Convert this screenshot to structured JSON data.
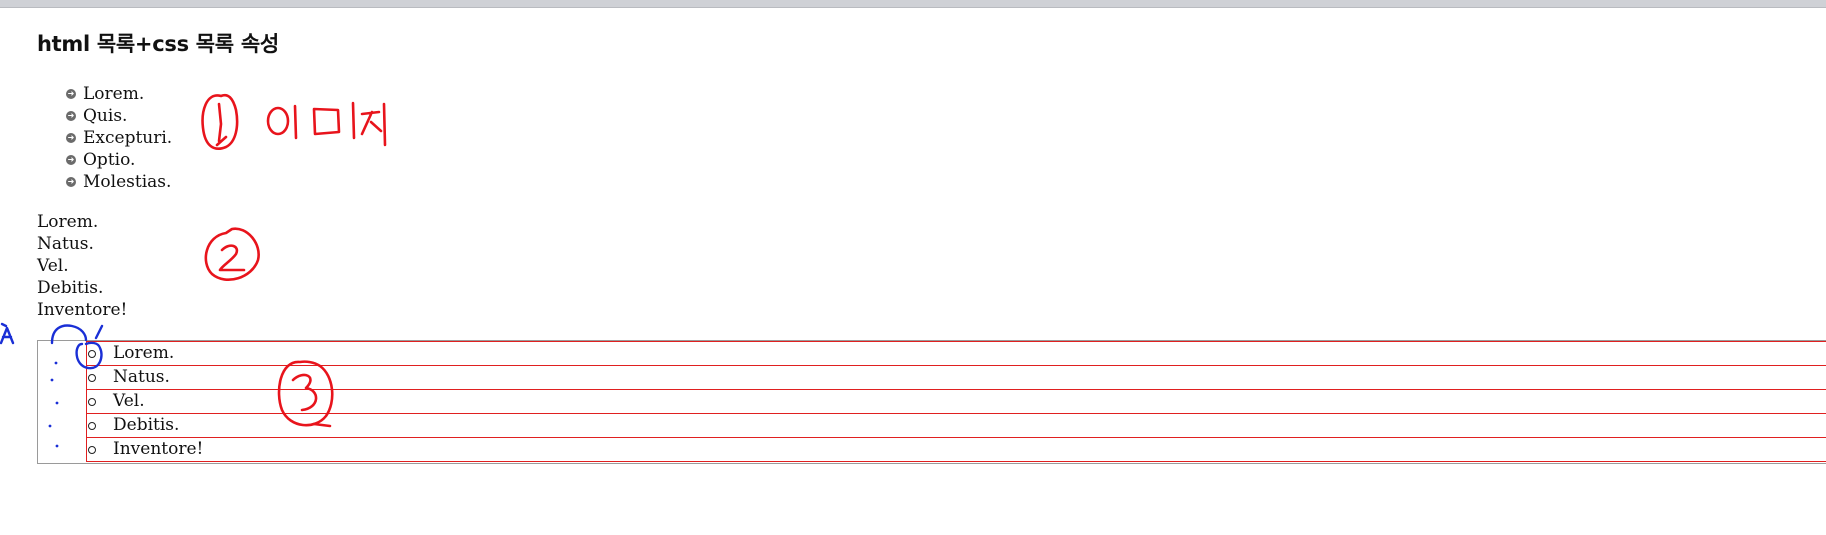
{
  "page": {
    "title": "html 목록+css 목록 속성"
  },
  "list_image_bullets": {
    "items": [
      "Lorem.",
      "Quis.",
      "Excepturi.",
      "Optio.",
      "Molestias."
    ],
    "bullet_icon": "circle-arrow-icon"
  },
  "list_no_bullets": {
    "items": [
      "Lorem.",
      "Natus.",
      "Vel.",
      "Debitis.",
      "Inventore!"
    ]
  },
  "list_bordered": {
    "items": [
      "Lorem.",
      "Natus.",
      "Vel.",
      "Debitis.",
      "Inventore!"
    ],
    "bullet_icon": "circle-icon"
  },
  "annotations": {
    "note_1": {
      "number": "1",
      "text": "이미지",
      "color": "#e8141c"
    },
    "note_2": {
      "number": "2",
      "color": "#e8141c"
    },
    "note_3": {
      "number": "3",
      "color": "#e8141c"
    },
    "note_A": {
      "letter": "A",
      "color": "#1a2fd6"
    }
  },
  "colors": {
    "topbar": "#cfd1d6",
    "item_border": "#e02020",
    "box_border": "#9a9a9a"
  }
}
